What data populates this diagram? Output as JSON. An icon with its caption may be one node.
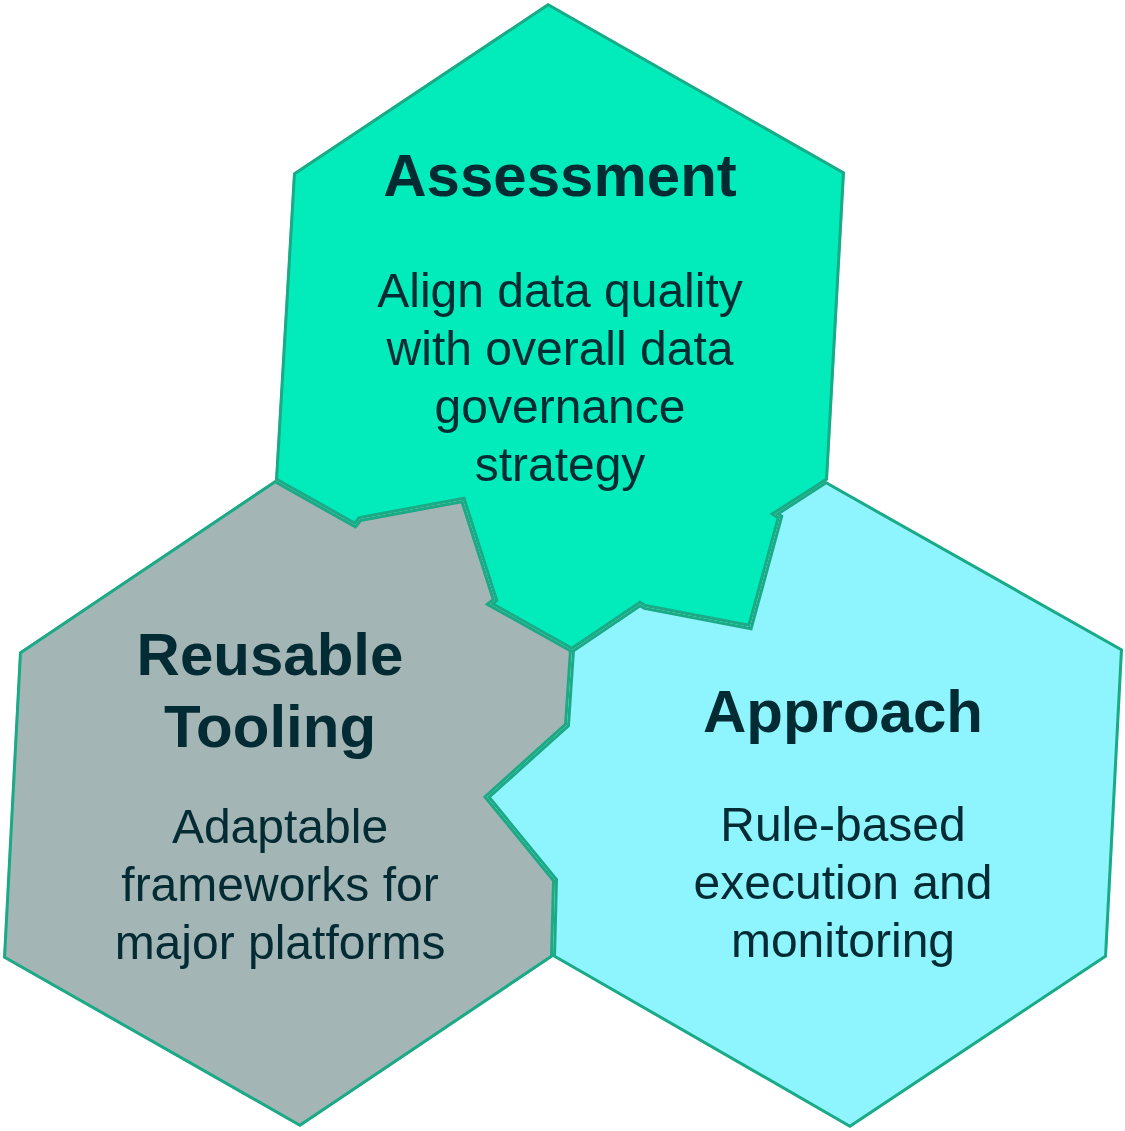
{
  "diagram": {
    "nodes": [
      {
        "text": [
          "Assessment",
          "Align data quality with overall data governance strategy"
        ]
      },
      {
        "text": [
          "Reusable Tooling",
          "Adaptable frameworks for major platforms"
        ]
      },
      {
        "text": [
          "Approach",
          "Rule-based execution and monitoring"
        ]
      }
    ]
  }
}
